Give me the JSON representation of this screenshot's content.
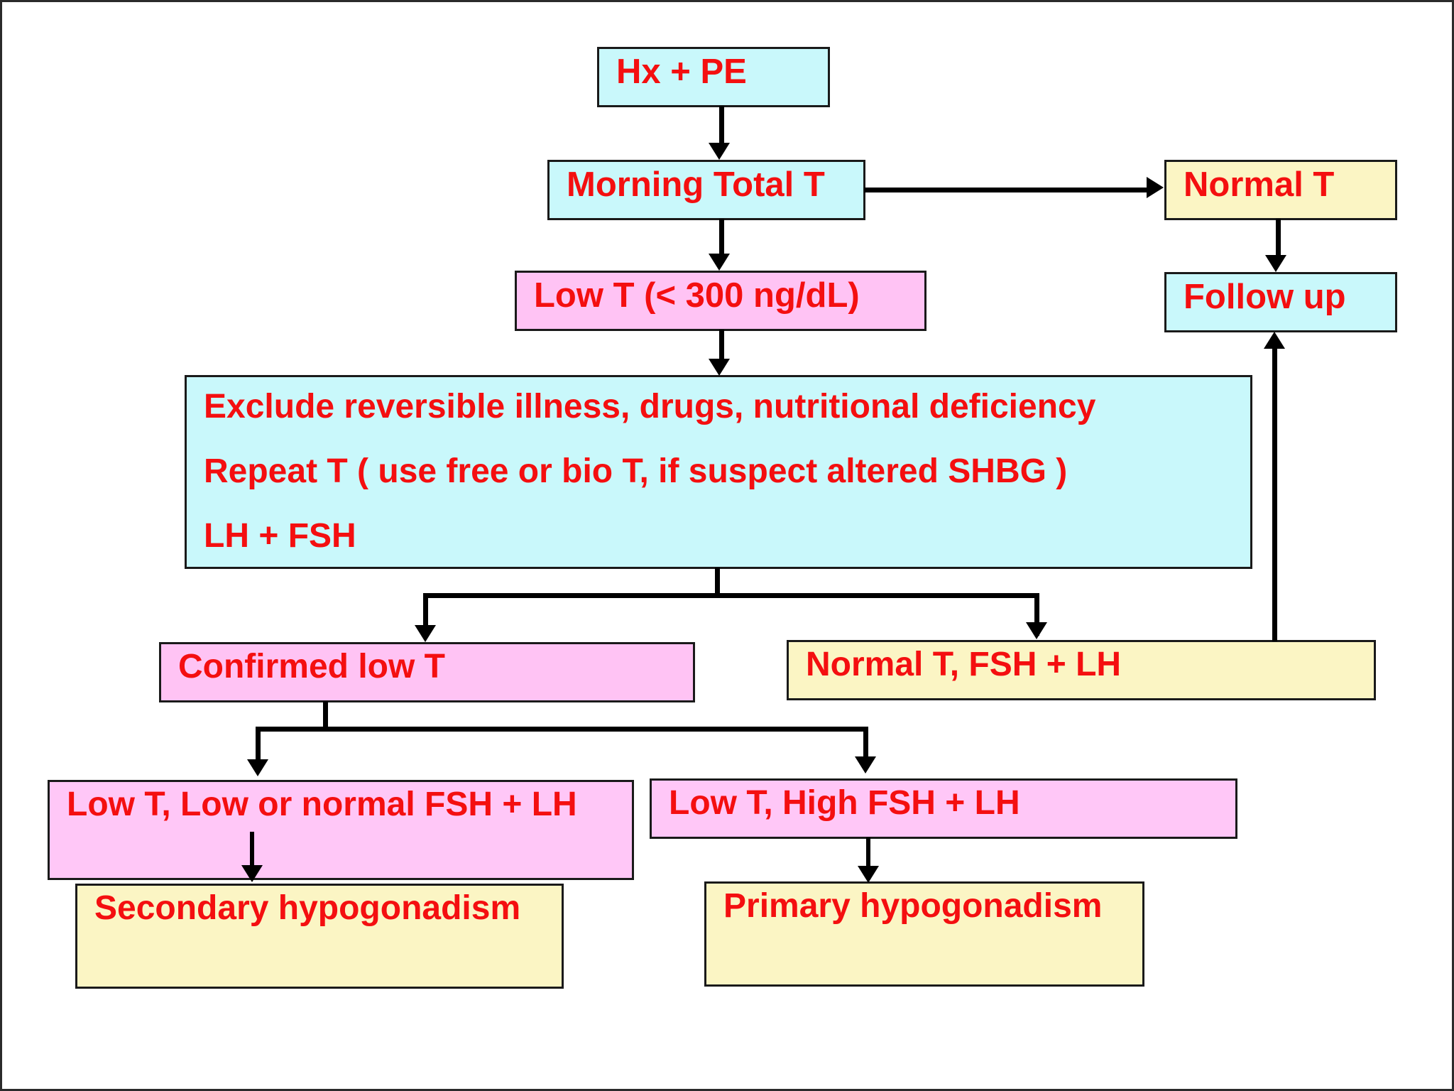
{
  "diagram": {
    "type": "flowchart",
    "orientation": "top-to-bottom",
    "text_color": "#f40f10",
    "border_color": "#1a1a1a",
    "palette": {
      "cyan": "#c9f8fb",
      "pink": "#ffc3f4",
      "yellow": "#fbf5c4",
      "connector": "#000000",
      "background": "#ffffff"
    },
    "nodes": [
      {
        "id": "hx_pe",
        "label": "Hx + PE",
        "fill": "cyan"
      },
      {
        "id": "morning_total_t",
        "label": "Morning Total T",
        "fill": "cyan"
      },
      {
        "id": "normal_t",
        "label": "Normal T",
        "fill": "yellow"
      },
      {
        "id": "follow_up",
        "label": "Follow up",
        "fill": "cyan"
      },
      {
        "id": "low_t",
        "label": "Low T (< 300 ng/dL)",
        "fill": "pink"
      },
      {
        "id": "workup_line_1",
        "label": "Exclude reversible illness, drugs, nutritional deficiency",
        "fill": "cyan"
      },
      {
        "id": "workup_line_2",
        "label": "Repeat T ( use free or bio T, if suspect altered SHBG )",
        "fill": "cyan"
      },
      {
        "id": "workup_line_3",
        "label": "LH + FSH",
        "fill": "cyan"
      },
      {
        "id": "confirmed_low_t",
        "label": "Confirmed low T",
        "fill": "pink"
      },
      {
        "id": "normal_t_fsh_lh",
        "label": "Normal T, FSH + LH",
        "fill": "yellow"
      },
      {
        "id": "low_t_low_fsh_lh",
        "label": "Low T, Low or normal FSH + LH",
        "fill": "pink"
      },
      {
        "id": "low_t_high_fsh_lh",
        "label": "Low T, High FSH + LH",
        "fill": "pink"
      },
      {
        "id": "secondary_hypo",
        "label": "Secondary hypogonadism",
        "fill": "yellow"
      },
      {
        "id": "primary_hypo",
        "label": "Primary hypogonadism",
        "fill": "yellow"
      }
    ],
    "edges": [
      {
        "from": "hx_pe",
        "to": "morning_total_t",
        "kind": "arrow-down"
      },
      {
        "from": "morning_total_t",
        "to": "normal_t",
        "kind": "arrow-right"
      },
      {
        "from": "morning_total_t",
        "to": "low_t",
        "kind": "arrow-down"
      },
      {
        "from": "normal_t",
        "to": "follow_up",
        "kind": "arrow-down"
      },
      {
        "from": "low_t",
        "to": "workup_line_1",
        "kind": "arrow-down"
      },
      {
        "from": "workup_box",
        "to": "confirmed_low_t",
        "kind": "split-left"
      },
      {
        "from": "workup_box",
        "to": "normal_t_fsh_lh",
        "kind": "split-right"
      },
      {
        "from": "normal_t_fsh_lh",
        "to": "follow_up",
        "kind": "arrow-up"
      },
      {
        "from": "confirmed_low_t",
        "to": "low_t_low_fsh_lh",
        "kind": "split-left"
      },
      {
        "from": "confirmed_low_t",
        "to": "low_t_high_fsh_lh",
        "kind": "split-right"
      },
      {
        "from": "low_t_low_fsh_lh",
        "to": "secondary_hypo",
        "kind": "arrow-down"
      },
      {
        "from": "low_t_high_fsh_lh",
        "to": "primary_hypo",
        "kind": "arrow-down"
      }
    ]
  }
}
